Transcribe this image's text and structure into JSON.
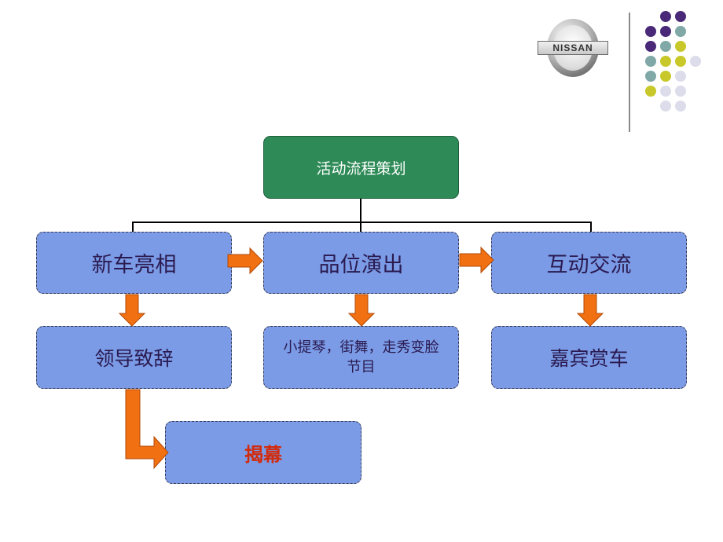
{
  "logo": {
    "text": "NISSAN"
  },
  "decoration": {
    "dot_colors": {
      "purple": "#4a2a78",
      "teal": "#7fa8a6",
      "yellow": "#c8c82a",
      "light": "#dcdcea"
    }
  },
  "chart": {
    "root": "活动流程策划",
    "level1": [
      "新车亮相",
      "品位演出",
      "互动交流"
    ],
    "level2": [
      "领导致辞",
      "小提琴，街舞，走秀变脸节目",
      "嘉宾赏车"
    ],
    "level3": "揭幕"
  },
  "colors": {
    "box_blue": "#7b9be6",
    "box_green": "#2e8b57",
    "arrow_orange": "#f07012",
    "highlight_red": "#d22a0c"
  }
}
